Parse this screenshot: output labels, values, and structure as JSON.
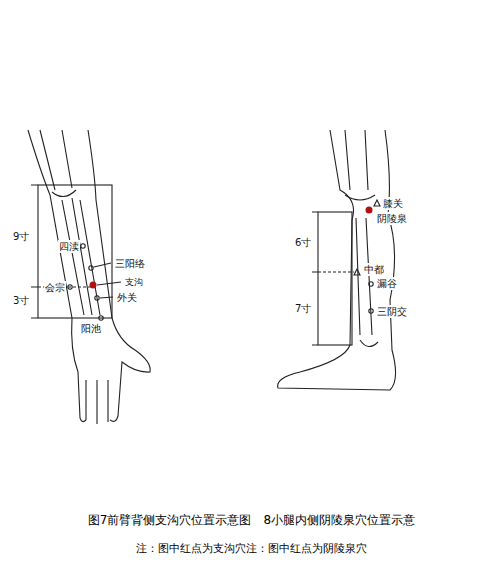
{
  "diagram": {
    "caption": "图7前臂背侧支沟穴位置示意图　8小腿内侧阴陵泉穴位置示意",
    "labels": [
      "9寸",
      "四渎",
      "三阳络",
      "支沟",
      "3寸",
      "会宗",
      "外关",
      "阳池",
      "膝关",
      "阴陵泉",
      "6寸",
      "中都",
      "漏谷",
      "7寸",
      "三阴交",
      "注：图中红点为支沟穴注：图中红点为阴陵泉穴"
    ]
  }
}
